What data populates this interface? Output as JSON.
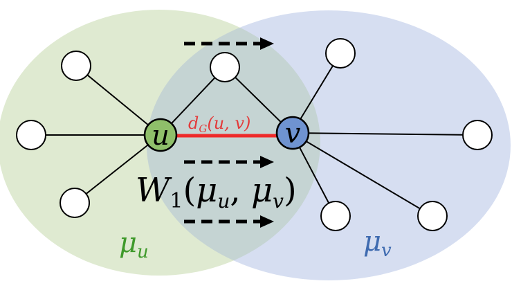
{
  "diagram": {
    "nodes": {
      "u": {
        "label": "u"
      },
      "v": {
        "label": "v"
      }
    },
    "edge_label": "d",
    "edge_label_sub": "G",
    "edge_label_args": "(u, v)",
    "wasserstein": {
      "symbol": "W",
      "sub": "1",
      "open": "(",
      "arg1": "μ",
      "arg1_sub": "u",
      "comma": ", ",
      "arg2": "μ",
      "arg2_sub": "v",
      "close": ")"
    },
    "measure_u": {
      "symbol": "μ",
      "sub": "u"
    },
    "measure_v": {
      "symbol": "μ",
      "sub": "v"
    },
    "colors": {
      "region_u": "#d9e6c9",
      "region_v": "#cfd8ee",
      "overlap": "#c9d6c9",
      "node_u": "#8fbf6a",
      "node_v": "#6f93d0",
      "edge_uv": "#ee2a2a",
      "label_uv": "#e33a3a",
      "measure_u": "#3f9a2b",
      "measure_v": "#3f6bb0",
      "ink": "#000000"
    }
  }
}
